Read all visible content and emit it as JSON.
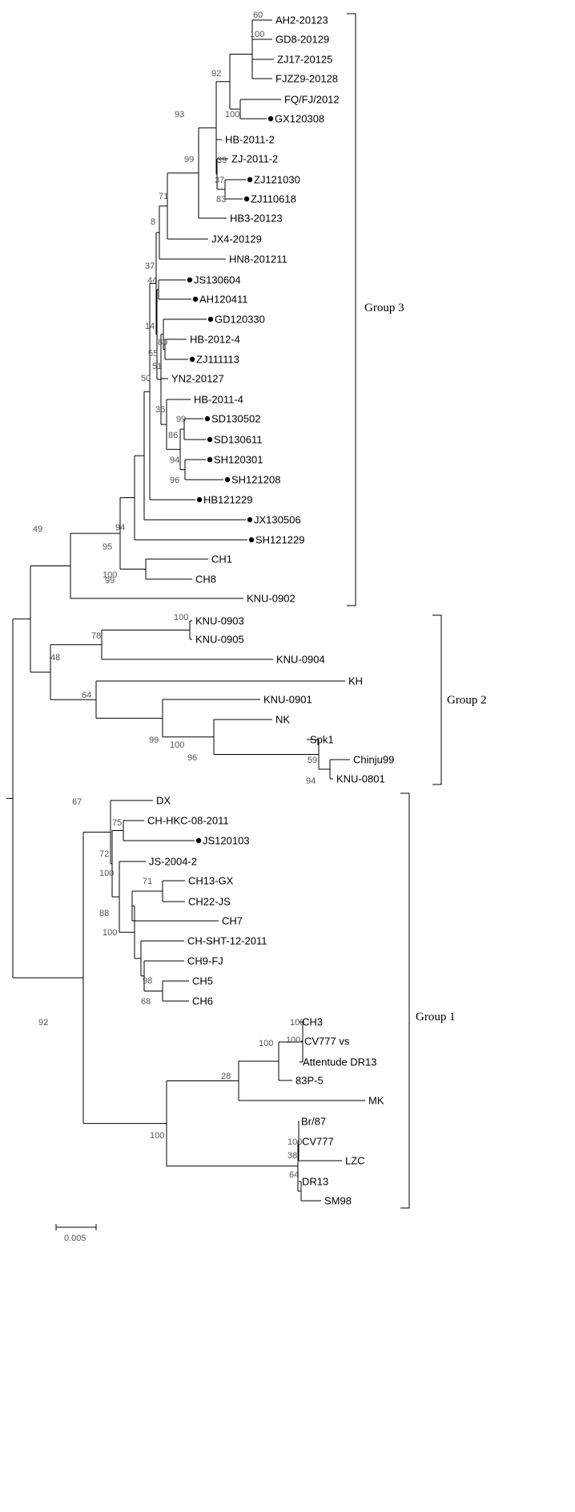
{
  "tree": {
    "taxa": [
      {
        "id": "AH2-20123",
        "label": "AH2-20123",
        "marked": false
      },
      {
        "id": "GD8-20129",
        "label": "GD8-20129",
        "marked": false
      },
      {
        "id": "ZJ17-20125",
        "label": "ZJ17-20125",
        "marked": false
      },
      {
        "id": "FJZZ9-20128",
        "label": "FJZZ9-20128",
        "marked": false
      },
      {
        "id": "FQ/FJ/2012",
        "label": "FQ/FJ/2012",
        "marked": false
      },
      {
        "id": "GX120308",
        "label": "GX120308",
        "marked": true
      },
      {
        "id": "HB-2011-2",
        "label": "HB-2011-2",
        "marked": false
      },
      {
        "id": "ZJ-2011-2",
        "label": "ZJ-2011-2",
        "marked": false
      },
      {
        "id": "ZJ121030",
        "label": "ZJ121030",
        "marked": true
      },
      {
        "id": "ZJ110618",
        "label": "ZJ110618",
        "marked": true
      },
      {
        "id": "HB3-20123",
        "label": "HB3-20123",
        "marked": false
      },
      {
        "id": "JX4-20129",
        "label": "JX4-20129",
        "marked": false
      },
      {
        "id": "HN8-201211",
        "label": "HN8-201211",
        "marked": false
      },
      {
        "id": "JS130604",
        "label": "JS130604",
        "marked": true
      },
      {
        "id": "AH120411",
        "label": "AH120411",
        "marked": true
      },
      {
        "id": "GD120330",
        "label": "GD120330",
        "marked": true
      },
      {
        "id": "HB-2012-4",
        "label": "HB-2012-4",
        "marked": false
      },
      {
        "id": "ZJ111113",
        "label": "ZJ111113",
        "marked": true
      },
      {
        "id": "YN2-20127",
        "label": "YN2-20127",
        "marked": false
      },
      {
        "id": "HB-2011-4",
        "label": "HB-2011-4",
        "marked": false
      },
      {
        "id": "SD130502",
        "label": "SD130502",
        "marked": true
      },
      {
        "id": "SD130611",
        "label": "SD130611",
        "marked": true
      },
      {
        "id": "SH120301",
        "label": "SH120301",
        "marked": true
      },
      {
        "id": "SH121208",
        "label": "SH121208",
        "marked": true
      },
      {
        "id": "HB121229",
        "label": "HB121229",
        "marked": true
      },
      {
        "id": "JX130506",
        "label": "JX130506",
        "marked": true
      },
      {
        "id": "SH121229",
        "label": "SH121229",
        "marked": true
      },
      {
        "id": "CH1",
        "label": "CH1",
        "marked": false
      },
      {
        "id": "CH8",
        "label": "CH8",
        "marked": false
      },
      {
        "id": "KNU-0902",
        "label": "KNU-0902",
        "marked": false
      },
      {
        "id": "KNU-0903",
        "label": "KNU-0903",
        "marked": false
      },
      {
        "id": "KNU-0905",
        "label": "KNU-0905",
        "marked": false
      },
      {
        "id": "KNU-0904",
        "label": "KNU-0904",
        "marked": false
      },
      {
        "id": "KH",
        "label": "KH",
        "marked": false
      },
      {
        "id": "KNU-0901",
        "label": "KNU-0901",
        "marked": false
      },
      {
        "id": "NK",
        "label": "NK",
        "marked": false
      },
      {
        "id": "Spk1",
        "label": "Spk1",
        "marked": false
      },
      {
        "id": "Chinju99",
        "label": "Chinju99",
        "marked": false
      },
      {
        "id": "KNU-0801",
        "label": "KNU-0801",
        "marked": false
      },
      {
        "id": "DX",
        "label": "DX",
        "marked": false
      },
      {
        "id": "CH-HKC-08-2011",
        "label": "CH-HKC-08-2011",
        "marked": false
      },
      {
        "id": "JS120103",
        "label": "JS120103",
        "marked": true
      },
      {
        "id": "JS-2004-2",
        "label": "JS-2004-2",
        "marked": false
      },
      {
        "id": "CH13-GX",
        "label": "CH13-GX",
        "marked": false
      },
      {
        "id": "CH22-JS",
        "label": "CH22-JS",
        "marked": false
      },
      {
        "id": "CH7",
        "label": "CH7",
        "marked": false
      },
      {
        "id": "CH-SHT-12-2011",
        "label": "CH-SHT-12-2011",
        "marked": false
      },
      {
        "id": "CH9-FJ",
        "label": "CH9-FJ",
        "marked": false
      },
      {
        "id": "CH5",
        "label": "CH5",
        "marked": false
      },
      {
        "id": "CH6",
        "label": "CH6",
        "marked": false
      },
      {
        "id": "CH3",
        "label": "CH3",
        "marked": false
      },
      {
        "id": "CV777 vs",
        "label": "CV777 vs",
        "marked": false
      },
      {
        "id": "Attentude DR13",
        "label": "Attentude DR13",
        "marked": false
      },
      {
        "id": "83P-5",
        "label": "83P-5",
        "marked": false
      },
      {
        "id": "MK",
        "label": "MK",
        "marked": false
      },
      {
        "id": "Br/87",
        "label": "Br/87",
        "marked": false
      },
      {
        "id": "CV777",
        "label": "CV777",
        "marked": false
      },
      {
        "id": "LZC",
        "label": "LZC",
        "marked": false
      },
      {
        "id": "DR13",
        "label": "DR13",
        "marked": false
      },
      {
        "id": "SM98",
        "label": "SM98",
        "marked": false
      }
    ],
    "bootstrap_values": [
      "60",
      "100",
      "92",
      "100",
      "93",
      "39",
      "37",
      "83",
      "99",
      "71",
      "8",
      "37",
      "44",
      "14",
      "80",
      "55",
      "51",
      "50",
      "36",
      "99",
      "86",
      "94",
      "96",
      "94",
      "95",
      "100",
      "99",
      "49",
      "100",
      "78",
      "48",
      "64",
      "99",
      "100",
      "96",
      "59",
      "94",
      "67",
      "75",
      "72",
      "100",
      "71",
      "88",
      "100",
      "98",
      "68",
      "92",
      "100",
      "100",
      "100",
      "28",
      "100",
      "38",
      "64",
      "100"
    ],
    "groups": [
      {
        "id": "group-3",
        "label": "Group 3"
      },
      {
        "id": "group-2",
        "label": "Group 2"
      },
      {
        "id": "group-1",
        "label": "Group 1"
      }
    ],
    "scale_bar": {
      "value": "0.005"
    }
  }
}
